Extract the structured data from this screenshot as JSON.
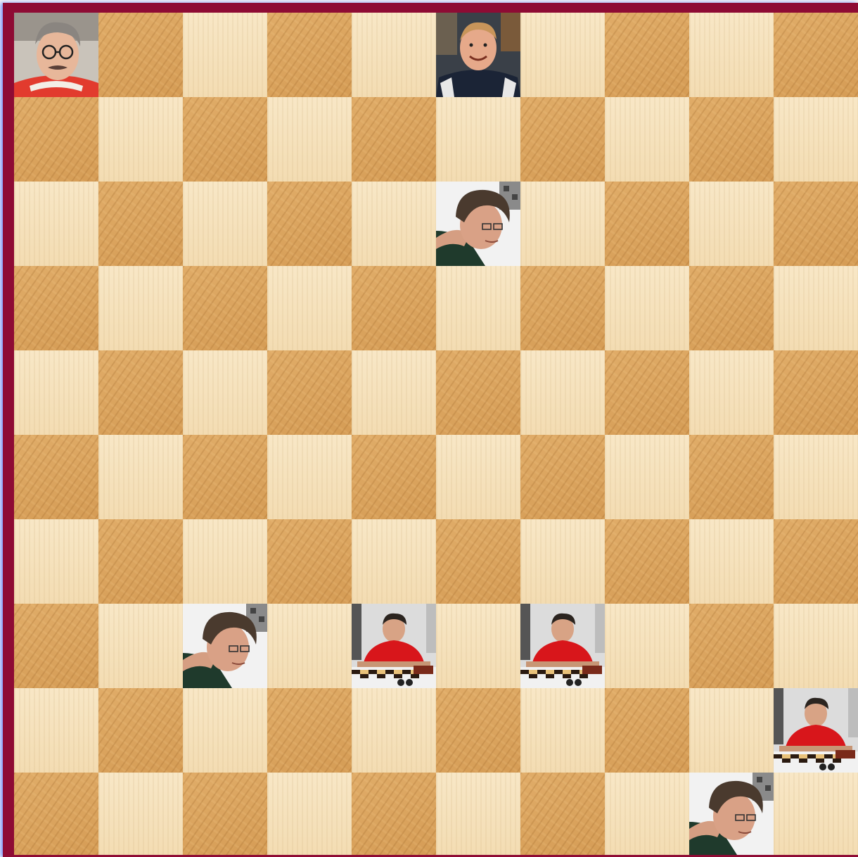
{
  "board": {
    "size": 10,
    "colors": {
      "light_square": "#f6e2bd",
      "dark_square": "#dba563",
      "frame": "#8e0b34"
    },
    "pieces": [
      {
        "row": 0,
        "col": 0,
        "player": "glasses-man-portrait",
        "icon": "portrait-icon"
      },
      {
        "row": 0,
        "col": 5,
        "player": "smiling-man-portrait",
        "icon": "portrait-icon"
      },
      {
        "row": 2,
        "col": 5,
        "player": "thinking-man-portrait",
        "icon": "portrait-icon"
      },
      {
        "row": 7,
        "col": 2,
        "player": "thinking-man-portrait",
        "icon": "portrait-icon"
      },
      {
        "row": 7,
        "col": 4,
        "player": "red-shirt-player-portrait",
        "icon": "portrait-icon"
      },
      {
        "row": 7,
        "col": 6,
        "player": "red-shirt-player-portrait",
        "icon": "portrait-icon"
      },
      {
        "row": 8,
        "col": 9,
        "player": "red-shirt-player-portrait",
        "icon": "portrait-icon"
      },
      {
        "row": 9,
        "col": 8,
        "player": "thinking-man-portrait",
        "icon": "portrait-icon"
      }
    ]
  }
}
